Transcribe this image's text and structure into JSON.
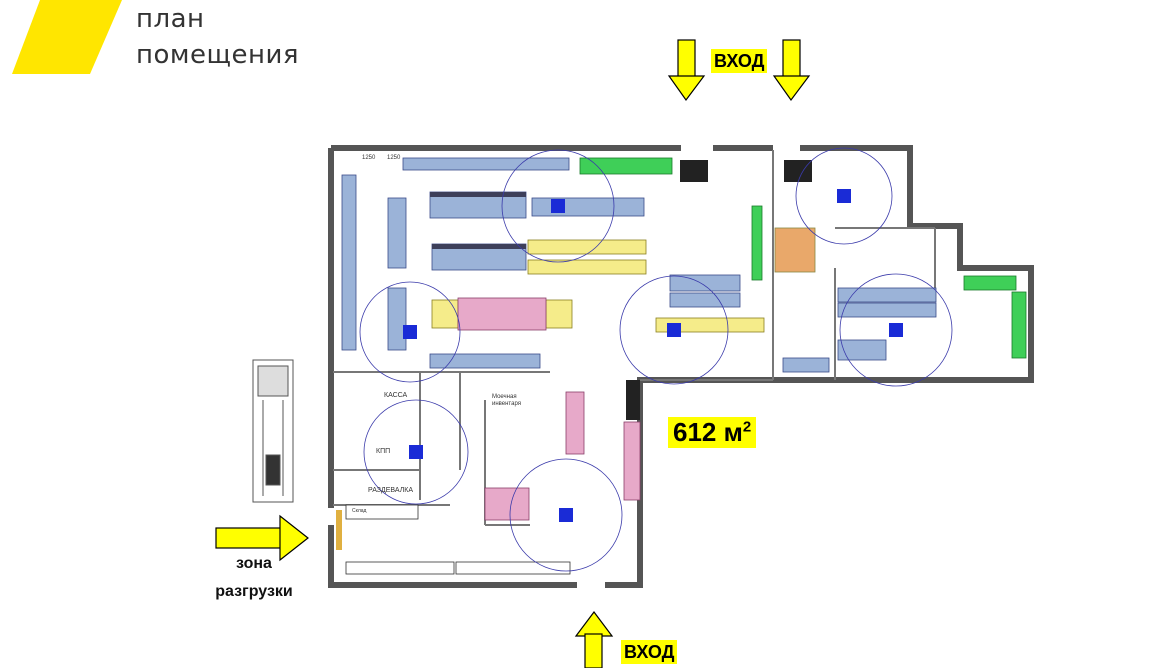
{
  "header": {
    "title_line1": "план",
    "title_line2": "помещения",
    "brand_color": "#ffe600"
  },
  "entrances": {
    "top_label": "ВХОД",
    "bottom_label": "ВХОД",
    "arrow_color": "#ffff00"
  },
  "area": {
    "value": "612 м",
    "unit_power": "2"
  },
  "unloading": {
    "line1": "зона",
    "line2": "разгрузки"
  },
  "rooms": {
    "cashier": "КАССА",
    "kpp": "КПП",
    "dressing": "РАЗДЕВАЛКА",
    "cleaning": "Моечная инвентаря"
  },
  "shelf_dims": [
    "1250",
    "1250"
  ],
  "storage_label": "Склад"
}
